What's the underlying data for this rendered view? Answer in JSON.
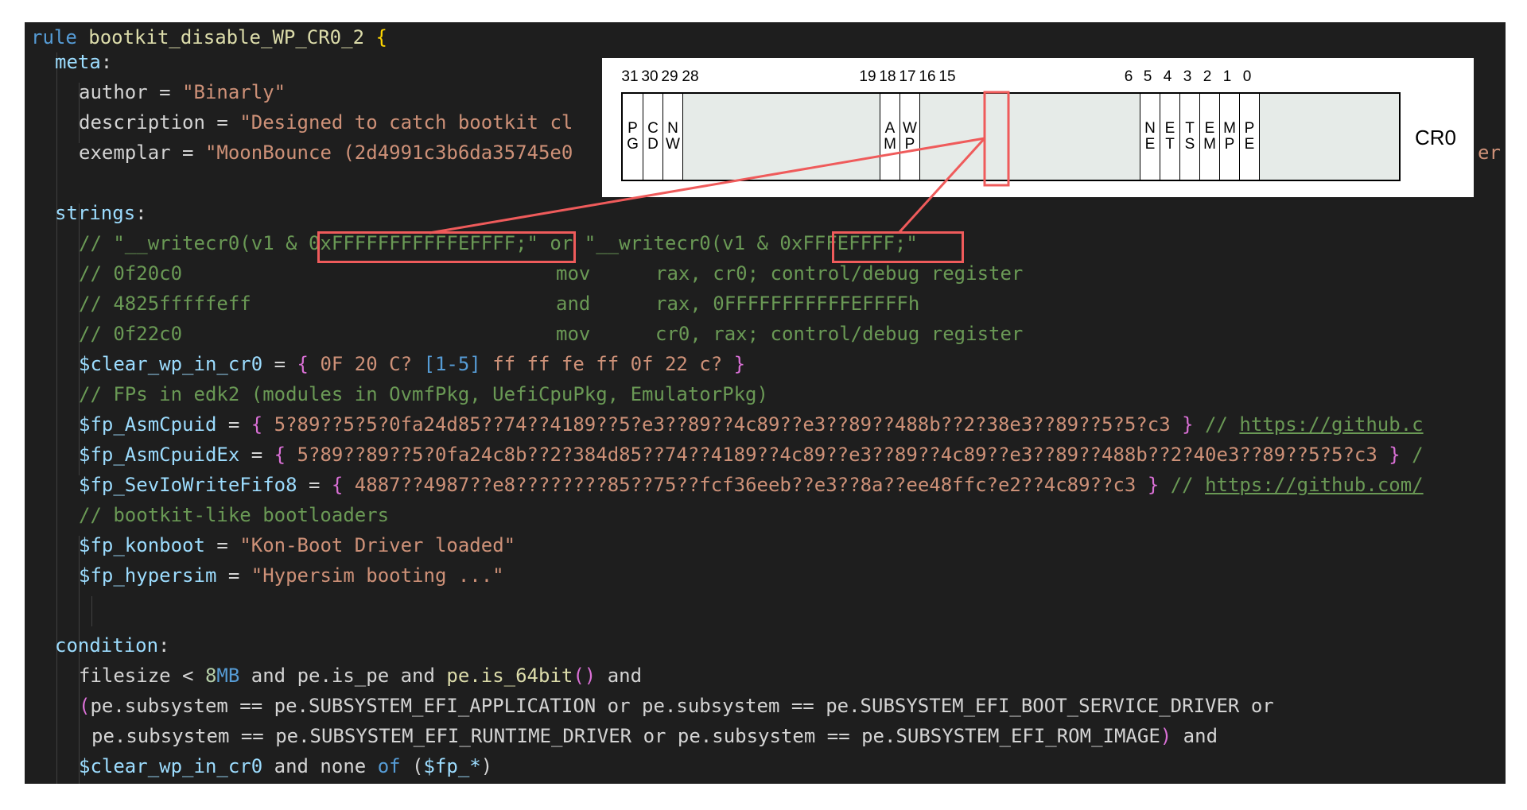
{
  "rule": {
    "keyword": "rule",
    "name": "bootkit_disable_WP_CR0_2",
    "open": "{"
  },
  "meta": {
    "label": "meta",
    "author_key": "author",
    "author_val": "\"Binarly\"",
    "description_key": "description",
    "description_val": "\"Designed to catch bootkit cl",
    "exemplar_key": "exemplar",
    "exemplar_val": "\"MoonBounce (2d4991c3b6da35745e0",
    "exemplar_tail": "er"
  },
  "strings": {
    "label": "strings",
    "c1a": "// \"__writecr0(v1 & ",
    "c1mask1": "0xFFFFFFFFFFFEFFFF",
    "c1b": ";\" or \"__writecr0(v1 & ",
    "c1mask2": "0xFFFEFFFF",
    "c1c": ";\"",
    "c2": "// 0f20c0",
    "c2op": "mov",
    "c2args": "rax, cr0; control/debug register",
    "c3": "// 4825fffffeff",
    "c3op": "and",
    "c3args": "rax, 0FFFFFFFFFFFEFFFFh",
    "c4": "// 0f22c0",
    "c4op": "mov",
    "c4args": "cr0, rax; control/debug register",
    "clear_var": "$clear_wp_in_cr0",
    "clear_open": "{",
    "clear_hex": " 0F 20 C? ",
    "clear_range": "[1-5]",
    "clear_hex2": " ff ff fe ff 0f 22 c? ",
    "clear_close": "}",
    "fps_comment": "// FPs in edk2 (modules in OvmfPkg, UefiCpuPkg, EmulatorPkg)",
    "asm_var": "$fp_AsmCpuid",
    "asm_hex": " 5?89??5?5?0fa24d85??74??4189??5?e3??89??4c89??e3??89??488b??2?38e3??89??5?5?c3 ",
    "asm_url": "https://github.c",
    "asmx_var": "$fp_AsmCpuidEx",
    "asmx_hex": " 5?89??89??5?0fa24c8b??2?384d85??74??4189??4c89??e3??89??4c89??e3??89??488b??2?40e3??89??5?5?c3 ",
    "asmx_tail": "/",
    "sev_var": "$fp_SevIoWriteFifo8",
    "sev_hex": " 4887??4987??e8????????85??75??fcf36eeb??e3??8a??ee48ffc?e2??4c89??c3 ",
    "sev_url": "https://github.com/",
    "comment_slashes": "//",
    "boot_comment": "// bootkit-like bootloaders",
    "kon_var": "$fp_konboot",
    "kon_val": "\"Kon-Boot Driver loaded\"",
    "hyp_var": "$fp_hypersim",
    "hyp_val": "\"Hypersim booting ...\"",
    "eq": "="
  },
  "condition": {
    "label": "condition",
    "l1_filesize": "filesize",
    "l1_lt": " < ",
    "l1_num": "8",
    "l1_mb": "MB",
    "l1_and": " and ",
    "l1_ispe": "pe.is_pe",
    "l1_and2": " and ",
    "l1_is64": "pe.is_64bit",
    "l1_paren": "()",
    "l1_and3": " and",
    "l2_open": "(",
    "l2": "pe.subsystem == pe.SUBSYSTEM_EFI_APPLICATION or pe.subsystem == pe.SUBSYSTEM_EFI_BOOT_SERVICE_DRIVER or",
    "l3": "pe.subsystem == pe.SUBSYSTEM_EFI_RUNTIME_DRIVER or pe.subsystem == pe.SUBSYSTEM_EFI_ROM_IMAGE",
    "l3_close": ")",
    "l3_and": " and",
    "l4_var": "$clear_wp_in_cr0",
    "l4_mid": " and none ",
    "l4_of": "of",
    "l4_open": " (",
    "l4_set": "$fp_*",
    "l4_close": ")"
  },
  "cr0": {
    "name": "CR0",
    "bit_numbers": [
      "31",
      "30",
      "29",
      "28",
      "19",
      "18",
      "17",
      "16",
      "15",
      "6",
      "5",
      "4",
      "3",
      "2",
      "1",
      "0"
    ],
    "fields": [
      {
        "top": "P",
        "bottom": "G"
      },
      {
        "top": "C",
        "bottom": "D"
      },
      {
        "top": "N",
        "bottom": "W"
      },
      {
        "top": "A",
        "bottom": "M"
      },
      {
        "top": "W",
        "bottom": "P"
      },
      {
        "top": "N",
        "bottom": "E"
      },
      {
        "top": "E",
        "bottom": "T"
      },
      {
        "top": "T",
        "bottom": "S"
      },
      {
        "top": "E",
        "bottom": "M"
      },
      {
        "top": "M",
        "bottom": "P"
      },
      {
        "top": "P",
        "bottom": "E"
      }
    ]
  },
  "colors": {
    "highlight": "#ef5b5b",
    "editor_bg": "#1e1e1e"
  }
}
